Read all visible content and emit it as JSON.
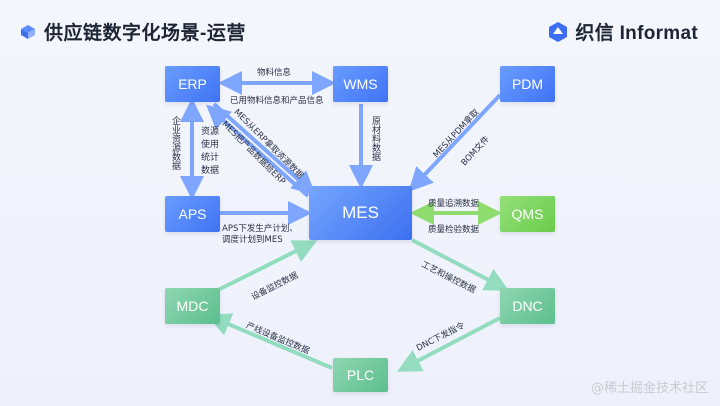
{
  "header": {
    "title": "供应链数字化场景-运营",
    "brand_name": "织信 Informat"
  },
  "nodes": {
    "erp": "ERP",
    "wms": "WMS",
    "pdm": "PDM",
    "aps": "APS",
    "mes": "MES",
    "qms": "QMS",
    "mdc": "MDC",
    "dnc": "DNC",
    "plc": "PLC"
  },
  "labels": {
    "erp_wms_top": "物料信息",
    "erp_wms_bottom": "已用物料信息和产品信息",
    "erp_aps_left": "企业资源数据",
    "erp_aps_right": "资源使用统计数据",
    "wms_mes": "原材料数据",
    "mes_from_erp": "MES从ERP拿取资源数据",
    "mes_to_erp": "MES把产品数据给ERP",
    "pdm_mes_1": "MES从PDM拿取",
    "pdm_mes_2": "BOM文件",
    "aps_mes_1": "APS下发生产计划、",
    "aps_mes_2": "调度计划到MES",
    "qms_top": "质量追溯数据",
    "qms_bottom": "质量检验数据",
    "mdc_mes": "设备监控数据",
    "mes_dnc": "工艺和操控数据",
    "plc_mdc": "产线设备监控数据",
    "dnc_plc": "DNC下发指令"
  },
  "watermark": "@稀土掘金技术社区",
  "colors": {
    "blue_arrow": "#7fa6ff",
    "green_arrow": "#8fdc6e",
    "teal_arrow": "#93dcc0"
  }
}
